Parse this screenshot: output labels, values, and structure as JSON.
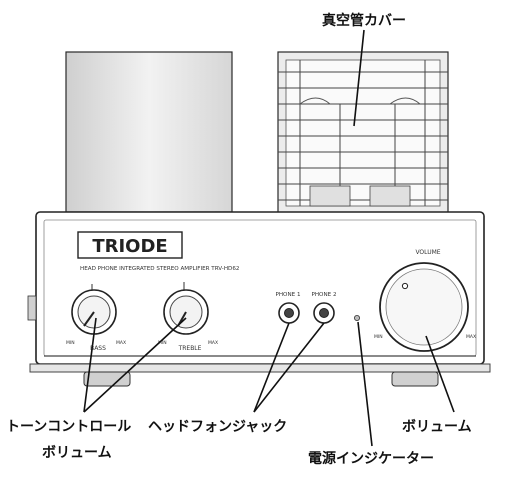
{
  "callouts": {
    "tube_cover": "真空管カバー",
    "tone_control_line1": "トーンコントロール",
    "tone_control_line2": "ボリューム",
    "headphone_jack": "ヘッドフォンジャック",
    "volume": "ボリューム",
    "power_indicator": "電源インジケーター"
  },
  "panel": {
    "brand": "TRIODE",
    "subtitle": "HEAD PHONE INTEGRATED STEREO AMPLIFIER TRV-HD62",
    "bass_label": "BASS",
    "treble_label": "TREBLE",
    "phone1_label": "PHONE 1",
    "phone2_label": "PHONE 2",
    "volume_label": "VOLUME",
    "knob_min": "MIN",
    "knob_max": "MAX"
  },
  "colors": {
    "line": "#2a2a2a",
    "shade": "#d9d9d9",
    "panel_bg": "#ffffff"
  }
}
